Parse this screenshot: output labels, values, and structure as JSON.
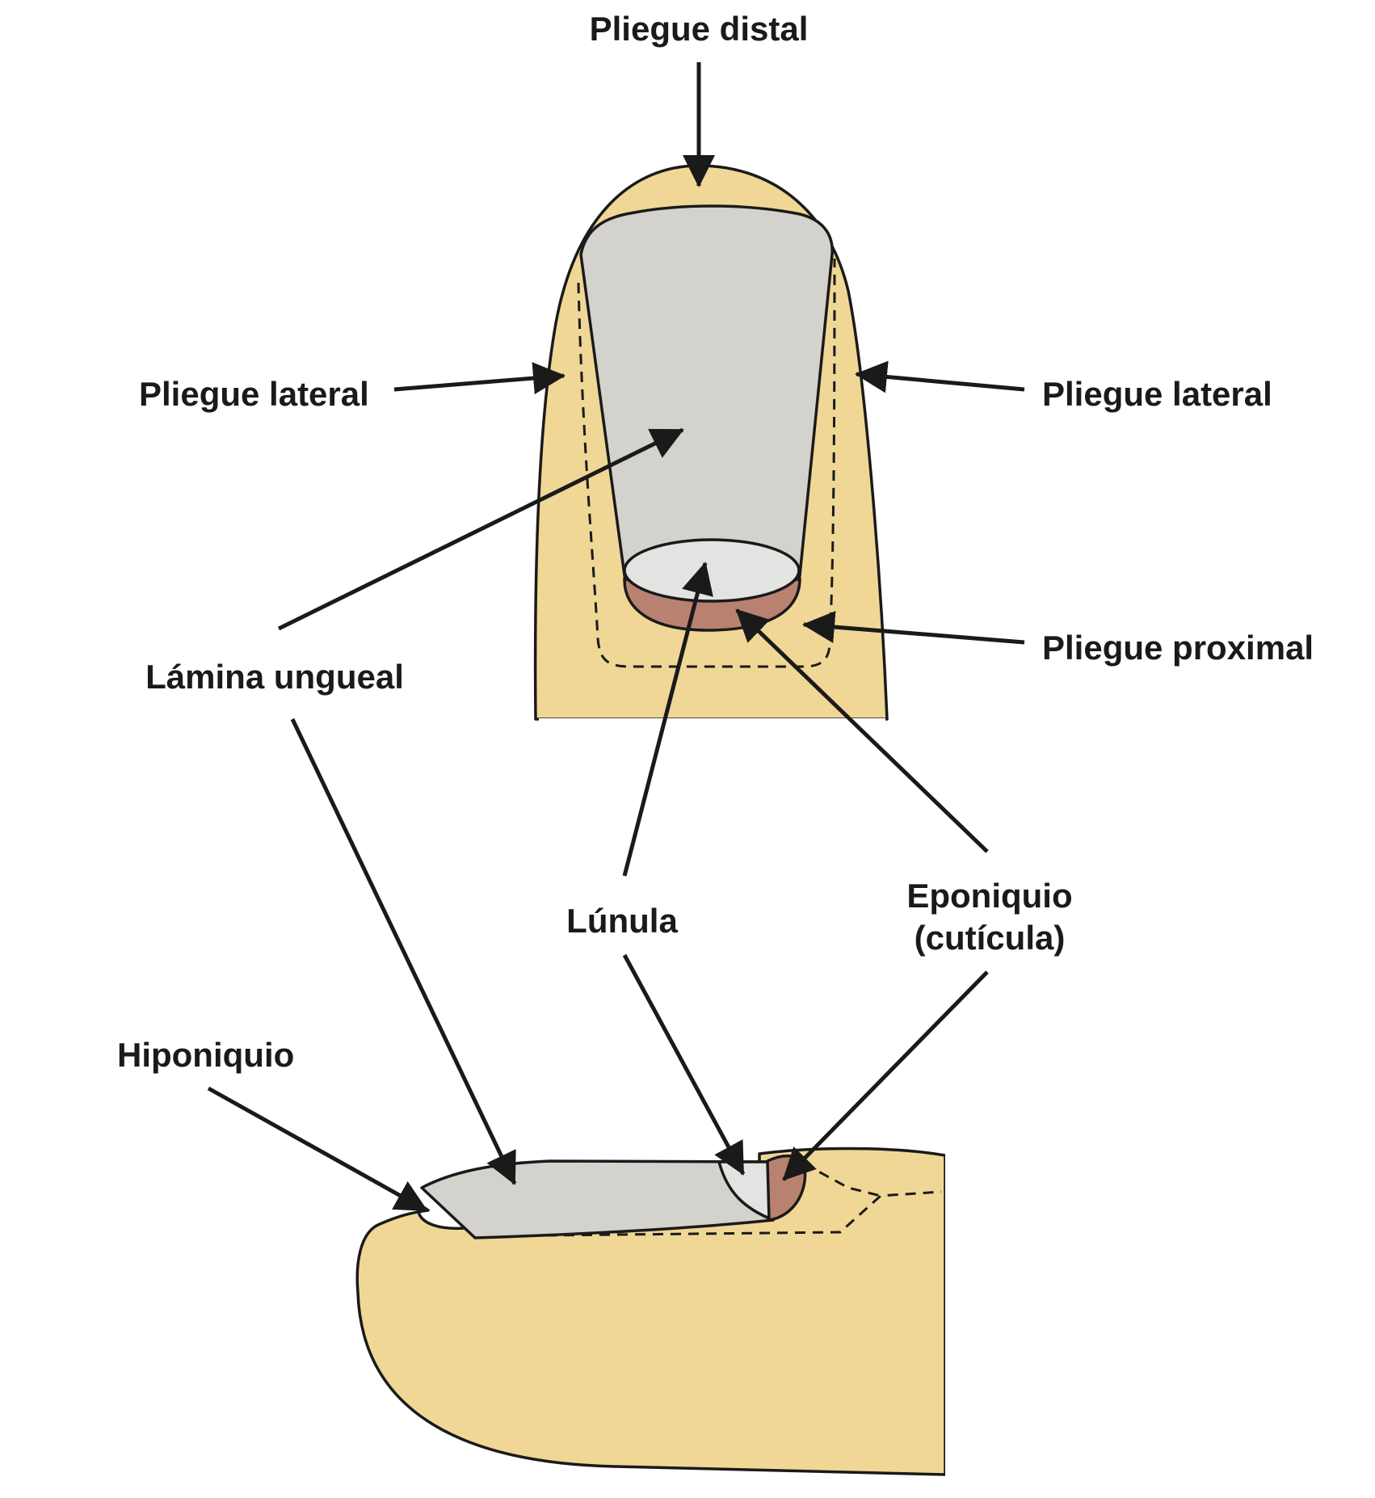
{
  "labels": {
    "distal_fold": "Pliegue distal",
    "lateral_fold_left": "Pliegue lateral",
    "lateral_fold_right": "Pliegue lateral",
    "proximal_fold": "Pliegue proximal",
    "nail_plate": "Lámina ungueal",
    "lunula": "Lúnula",
    "eponychium_line1": "Eponiquio",
    "eponychium_line2": "(cutícula)",
    "hyponychium": "Hiponiquio"
  },
  "colors": {
    "skin": "#f0d795",
    "nail_plate": "#d3d2cc",
    "lunula": "#e3e3e1",
    "cuticle": "#b98270",
    "outline": "#1a1a1a"
  }
}
